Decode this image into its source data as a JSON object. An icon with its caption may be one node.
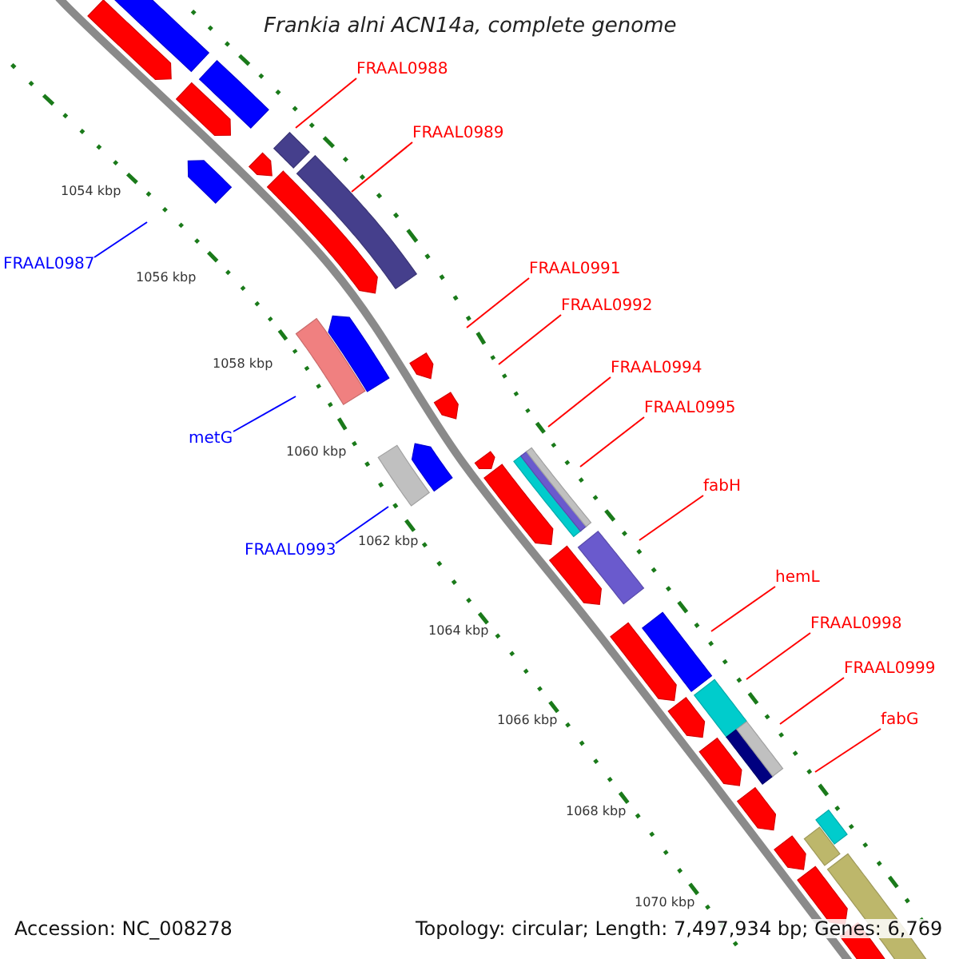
{
  "diagram": {
    "title": "Frankia alni ACN14a, complete genome",
    "nodes": [
      {
        "text": [
          "FRAAL0988"
        ]
      },
      {
        "text": [
          "FRAAL0989"
        ]
      },
      {
        "text": [
          "FRAAL0987"
        ]
      },
      {
        "text": [
          "FRAAL0991"
        ]
      },
      {
        "text": [
          "FRAAL0992"
        ]
      },
      {
        "text": [
          "FRAAL0994"
        ]
      },
      {
        "text": [
          "FRAAL0995"
        ]
      },
      {
        "text": [
          "metG"
        ]
      },
      {
        "text": [
          "fabH"
        ]
      },
      {
        "text": [
          "FRAAL0993"
        ]
      },
      {
        "text": [
          "hemL"
        ]
      },
      {
        "text": [
          "FRAAL0998"
        ]
      },
      {
        "text": [
          "FRAAL0999"
        ]
      },
      {
        "text": [
          "fabG"
        ]
      }
    ],
    "edges": [
      {
        "from": 0,
        "to": null,
        "arrow": "none"
      },
      {
        "from": 1,
        "to": null,
        "arrow": "none"
      },
      {
        "from": 2,
        "to": null,
        "arrow": "none",
        "color": "#0000ff"
      },
      {
        "from": 3,
        "to": null,
        "arrow": "none"
      },
      {
        "from": 4,
        "to": null,
        "arrow": "none"
      },
      {
        "from": 5,
        "to": null,
        "arrow": "none"
      },
      {
        "from": 6,
        "to": null,
        "arrow": "none"
      },
      {
        "from": 7,
        "to": null,
        "arrow": "none",
        "color": "#0000ff"
      },
      {
        "from": 8,
        "to": null,
        "arrow": "none"
      },
      {
        "from": 9,
        "to": null,
        "arrow": "none",
        "color": "#0000ff"
      },
      {
        "from": 10,
        "to": null,
        "arrow": "none"
      },
      {
        "from": 11,
        "to": null,
        "arrow": "none"
      },
      {
        "from": 12,
        "to": null,
        "arrow": "none"
      },
      {
        "from": 13,
        "to": null,
        "arrow": "none"
      }
    ],
    "labels": [
      "1054 kbp",
      "1056 kbp",
      "1058 kbp",
      "1060 kbp",
      "1062 kbp",
      "1064 kbp",
      "1066 kbp",
      "1068 kbp",
      "1070 kbp",
      "Accession: NC_008278",
      "Topology: circular; Length: 7,497,934 bp; Genes: 6,769"
    ]
  }
}
